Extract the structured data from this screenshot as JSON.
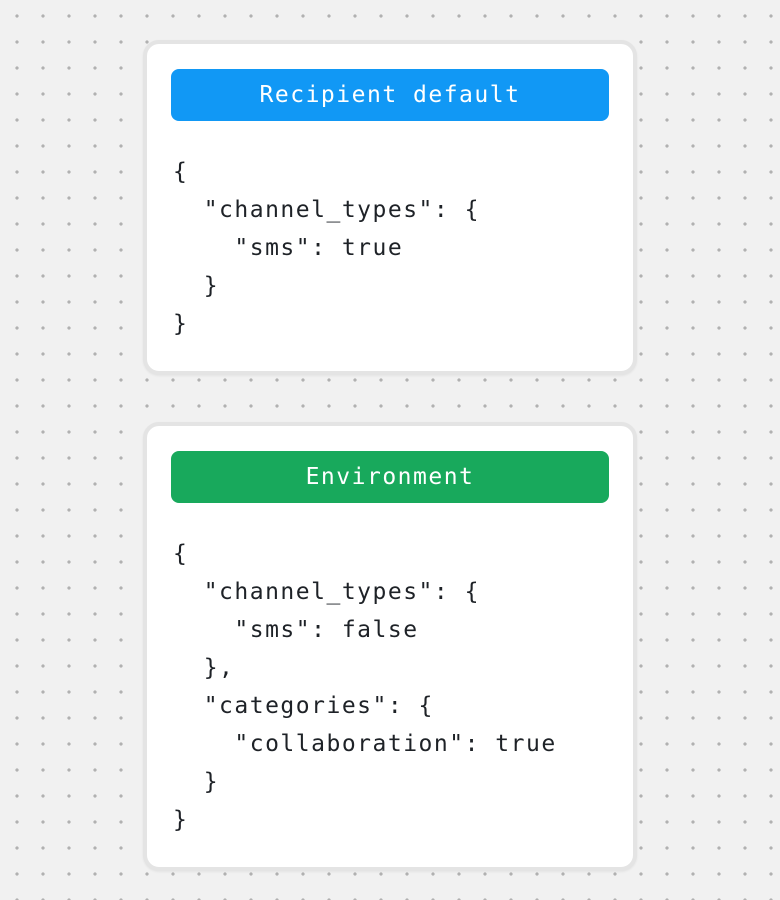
{
  "background": {
    "color": "#f1f1f1",
    "dot_color": "#b1b1b1"
  },
  "cards": [
    {
      "title": "Recipient default",
      "header_color": "#1198f5",
      "code_lines": [
        "{",
        "  \"channel_types\": {",
        "    \"sms\": true",
        "  }",
        "}"
      ]
    },
    {
      "title": "Environment",
      "header_color": "#18a95c",
      "code_lines": [
        "{",
        "  \"channel_types\": {",
        "    \"sms\": false",
        "  },",
        "  \"categories\": {",
        "    \"collaboration\": true",
        "  }",
        "}"
      ]
    }
  ]
}
